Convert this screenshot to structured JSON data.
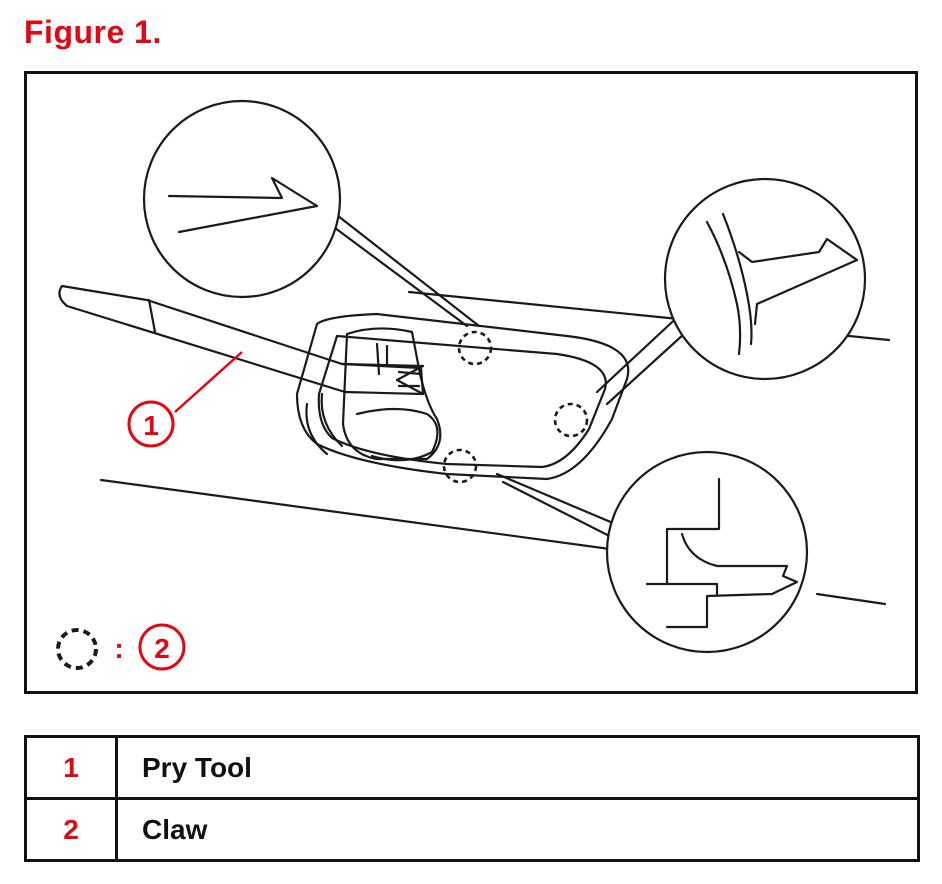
{
  "figure": {
    "title": "Figure 1.",
    "callouts": {
      "tool_number": "1",
      "claw_number": "2",
      "legend_separator": ":"
    }
  },
  "legend": {
    "rows": [
      {
        "number": "1",
        "label": "Pry Tool"
      },
      {
        "number": "2",
        "label": "Claw"
      }
    ]
  },
  "colors": {
    "accent": "#e30613",
    "line": "#111111"
  }
}
